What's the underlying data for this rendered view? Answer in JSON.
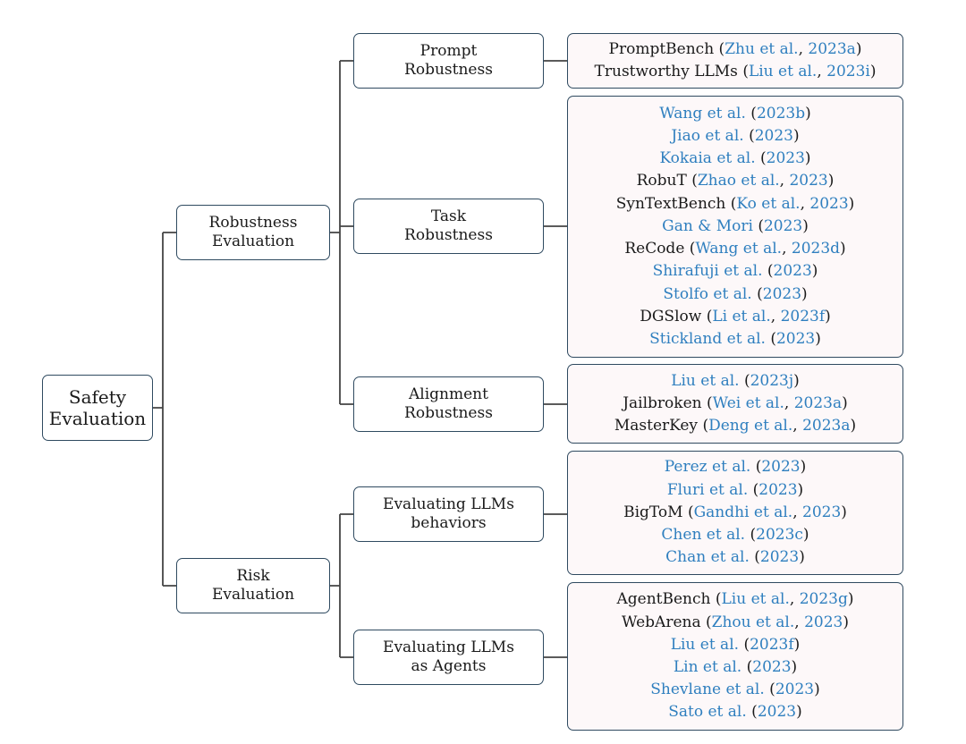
{
  "root": {
    "lines": [
      "Safety",
      "Evaluation"
    ]
  },
  "branches": [
    {
      "lines": [
        "Robustness",
        "Evaluation"
      ],
      "children": [
        {
          "lines": [
            "Prompt",
            "Robustness"
          ],
          "refs": [
            [
              {
                "t": "PromptBench ("
              },
              {
                "t": "Zhu et al.",
                "c": 1
              },
              {
                "t": ", "
              },
              {
                "t": "2023a",
                "c": 1
              },
              {
                "t": ")"
              }
            ],
            [
              {
                "t": "Trustworthy LLMs ("
              },
              {
                "t": "Liu et al.",
                "c": 1
              },
              {
                "t": ", "
              },
              {
                "t": "2023i",
                "c": 1
              },
              {
                "t": ")"
              }
            ]
          ]
        },
        {
          "lines": [
            "Task",
            "Robustness"
          ],
          "refs": [
            [
              {
                "t": "Wang et al.",
                "c": 1
              },
              {
                "t": " ("
              },
              {
                "t": "2023b",
                "c": 1
              },
              {
                "t": ")"
              }
            ],
            [
              {
                "t": "Jiao et al.",
                "c": 1
              },
              {
                "t": " ("
              },
              {
                "t": "2023",
                "c": 1
              },
              {
                "t": ")"
              }
            ],
            [
              {
                "t": "Kokaia et al.",
                "c": 1
              },
              {
                "t": " ("
              },
              {
                "t": "2023",
                "c": 1
              },
              {
                "t": ")"
              }
            ],
            [
              {
                "t": "RobuT ("
              },
              {
                "t": "Zhao et al.",
                "c": 1
              },
              {
                "t": ", "
              },
              {
                "t": "2023",
                "c": 1
              },
              {
                "t": ")"
              }
            ],
            [
              {
                "t": "SynTextBench ("
              },
              {
                "t": "Ko et al.",
                "c": 1
              },
              {
                "t": ", "
              },
              {
                "t": "2023",
                "c": 1
              },
              {
                "t": ")"
              }
            ],
            [
              {
                "t": "Gan & Mori",
                "c": 1
              },
              {
                "t": " ("
              },
              {
                "t": "2023",
                "c": 1
              },
              {
                "t": ")"
              }
            ],
            [
              {
                "t": "ReCode ("
              },
              {
                "t": "Wang et al.",
                "c": 1
              },
              {
                "t": ", "
              },
              {
                "t": "2023d",
                "c": 1
              },
              {
                "t": ")"
              }
            ],
            [
              {
                "t": "Shirafuji et al.",
                "c": 1
              },
              {
                "t": " ("
              },
              {
                "t": "2023",
                "c": 1
              },
              {
                "t": ")"
              }
            ],
            [
              {
                "t": "Stolfo et al.",
                "c": 1
              },
              {
                "t": " ("
              },
              {
                "t": "2023",
                "c": 1
              },
              {
                "t": ")"
              }
            ],
            [
              {
                "t": "DGSlow ("
              },
              {
                "t": "Li et al.",
                "c": 1
              },
              {
                "t": ", "
              },
              {
                "t": "2023f",
                "c": 1
              },
              {
                "t": ")"
              }
            ],
            [
              {
                "t": "Stickland et al.",
                "c": 1
              },
              {
                "t": " ("
              },
              {
                "t": "2023",
                "c": 1
              },
              {
                "t": ")"
              }
            ]
          ]
        },
        {
          "lines": [
            "Alignment",
            "Robustness"
          ],
          "refs": [
            [
              {
                "t": "Liu et al.",
                "c": 1
              },
              {
                "t": " ("
              },
              {
                "t": "2023j",
                "c": 1
              },
              {
                "t": ")"
              }
            ],
            [
              {
                "t": "Jailbroken ("
              },
              {
                "t": "Wei et al.",
                "c": 1
              },
              {
                "t": ", "
              },
              {
                "t": "2023a",
                "c": 1
              },
              {
                "t": ")"
              }
            ],
            [
              {
                "t": "MasterKey ("
              },
              {
                "t": "Deng et al.",
                "c": 1
              },
              {
                "t": ", "
              },
              {
                "t": "2023a",
                "c": 1
              },
              {
                "t": ")"
              }
            ]
          ]
        }
      ]
    },
    {
      "lines": [
        "Risk",
        "Evaluation"
      ],
      "children": [
        {
          "lines": [
            "Evaluating LLMs",
            "behaviors"
          ],
          "refs": [
            [
              {
                "t": "Perez et al.",
                "c": 1
              },
              {
                "t": " ("
              },
              {
                "t": "2023",
                "c": 1
              },
              {
                "t": ")"
              }
            ],
            [
              {
                "t": "Fluri et al.",
                "c": 1
              },
              {
                "t": " ("
              },
              {
                "t": "2023",
                "c": 1
              },
              {
                "t": ")"
              }
            ],
            [
              {
                "t": "BigToM ("
              },
              {
                "t": "Gandhi et al.",
                "c": 1
              },
              {
                "t": ", "
              },
              {
                "t": "2023",
                "c": 1
              },
              {
                "t": ")"
              }
            ],
            [
              {
                "t": "Chen et al.",
                "c": 1
              },
              {
                "t": " ("
              },
              {
                "t": "2023c",
                "c": 1
              },
              {
                "t": ")"
              }
            ],
            [
              {
                "t": "Chan et al.",
                "c": 1
              },
              {
                "t": " ("
              },
              {
                "t": "2023",
                "c": 1
              },
              {
                "t": ")"
              }
            ]
          ]
        },
        {
          "lines": [
            "Evaluating LLMs",
            "as Agents"
          ],
          "refs": [
            [
              {
                "t": "AgentBench ("
              },
              {
                "t": "Liu et al.",
                "c": 1
              },
              {
                "t": ", "
              },
              {
                "t": "2023g",
                "c": 1
              },
              {
                "t": ")"
              }
            ],
            [
              {
                "t": "WebArena ("
              },
              {
                "t": "Zhou et al.",
                "c": 1
              },
              {
                "t": ", "
              },
              {
                "t": "2023",
                "c": 1
              },
              {
                "t": ")"
              }
            ],
            [
              {
                "t": "Liu et al.",
                "c": 1
              },
              {
                "t": " ("
              },
              {
                "t": "2023f",
                "c": 1
              },
              {
                "t": ")"
              }
            ],
            [
              {
                "t": "Lin et al.",
                "c": 1
              },
              {
                "t": " ("
              },
              {
                "t": "2023",
                "c": 1
              },
              {
                "t": ")"
              }
            ],
            [
              {
                "t": "Shevlane et al.",
                "c": 1
              },
              {
                "t": " ("
              },
              {
                "t": "2023",
                "c": 1
              },
              {
                "t": ")"
              }
            ],
            [
              {
                "t": "Sato et al.",
                "c": 1
              },
              {
                "t": " ("
              },
              {
                "t": "2023",
                "c": 1
              },
              {
                "t": ")"
              }
            ]
          ]
        }
      ]
    }
  ]
}
